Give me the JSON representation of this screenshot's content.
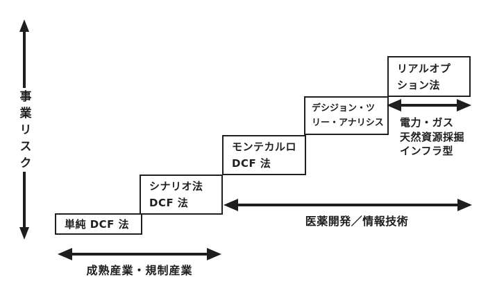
{
  "figure": {
    "background": "#ffffff",
    "ink_color": "#1e1e1e",
    "y_axis": {
      "label": "事業リスク"
    },
    "method_boxes": [
      {
        "label": "単純 DCF 法"
      },
      {
        "label": "シナリオ法\nDCF 法"
      },
      {
        "label": "モンテカルロ\nDCF 法"
      },
      {
        "label": "デシジョン・ツ\nリー・アナリシス"
      },
      {
        "label": "リアルオプ\nション法"
      }
    ],
    "industry_ranges": [
      {
        "label": "成熟産業・規制産業"
      },
      {
        "label": "医薬開発／情報技術"
      },
      {
        "label": "電力・ガス\n天然資源採掘\nインフラ型"
      }
    ]
  }
}
